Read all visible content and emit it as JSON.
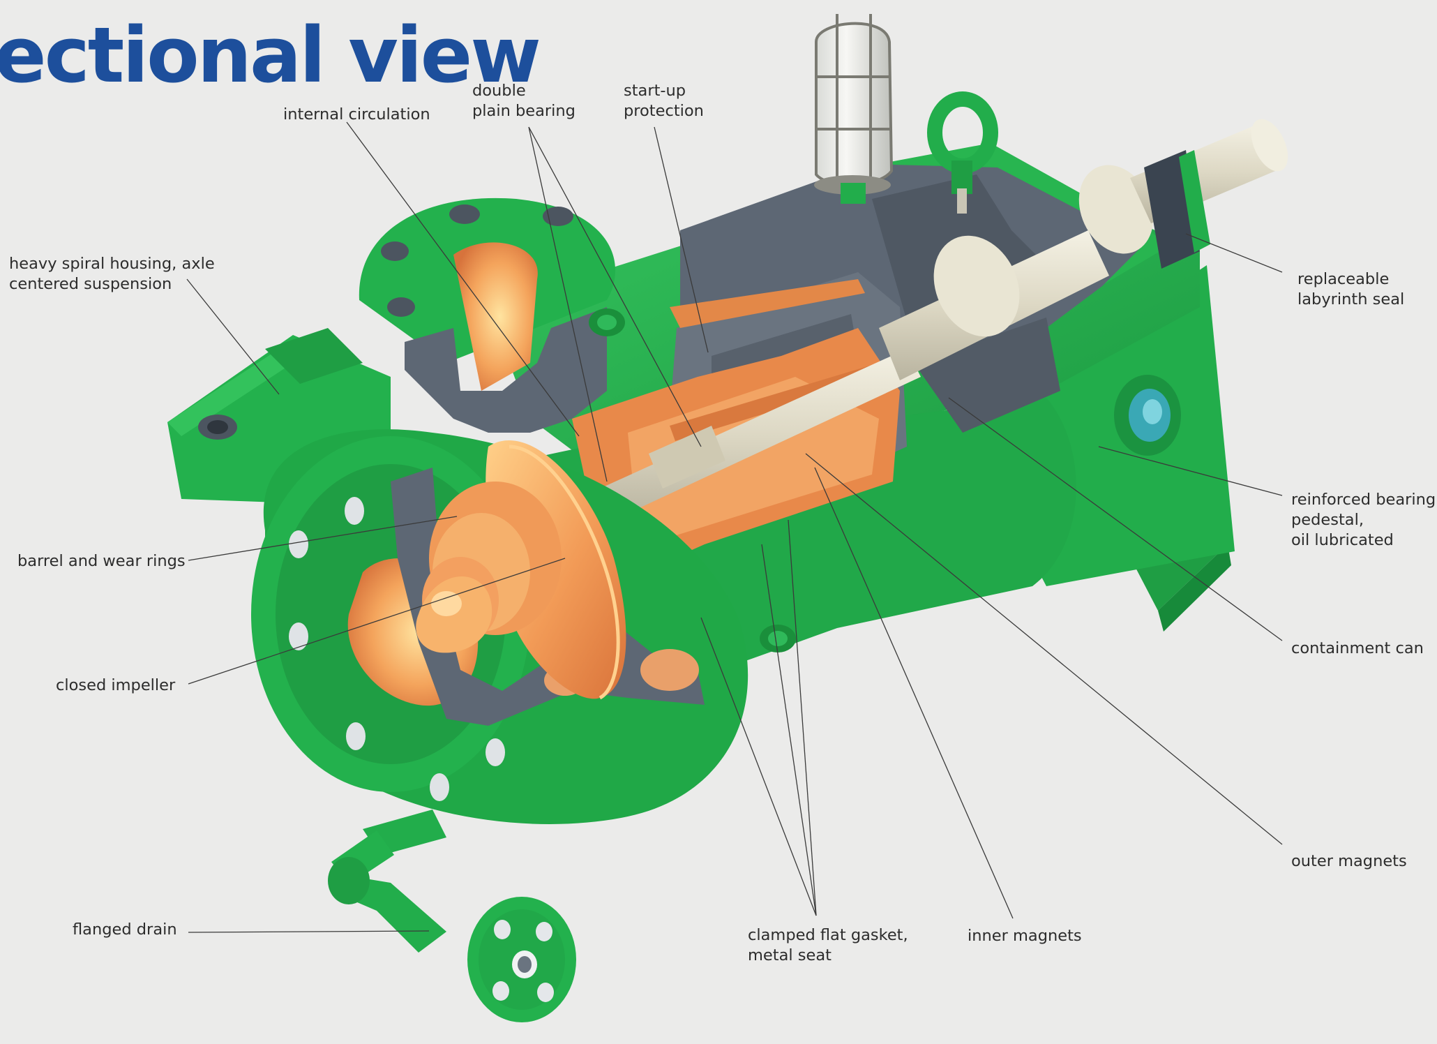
{
  "title": "ectional view",
  "labels": {
    "internal_circulation": "internal circulation",
    "double_plain_bearing": [
      "double",
      "plain bearing"
    ],
    "startup_protection": [
      "start-up",
      "protection"
    ],
    "heavy_spiral_housing": [
      "heavy spiral housing, axle",
      "centered suspension"
    ],
    "replaceable_labyrinth_seal": [
      "replaceable",
      "labyrinth seal"
    ],
    "reinforced_bearing_pedestal": [
      "reinforced bearing",
      "pedestal,",
      "oil lubricated"
    ],
    "barrel_and_wear_rings": "barrel and wear rings",
    "closed_impeller": "closed impeller",
    "containment_can": "containment can",
    "outer_magnets": "outer magnets",
    "flanged_drain": "flanged drain",
    "clamped_flat_gasket": [
      "clamped flat gasket,",
      "metal seat"
    ],
    "inner_magnets": "inner magnets"
  },
  "colors": {
    "background": "#ebebea",
    "title": "#1d4f9c",
    "housing_green": "#23b14d",
    "section_grey": "#5b6571",
    "bronze": "#f0a060",
    "shaft": "#ddd8c4",
    "leader_line": "#333333"
  }
}
